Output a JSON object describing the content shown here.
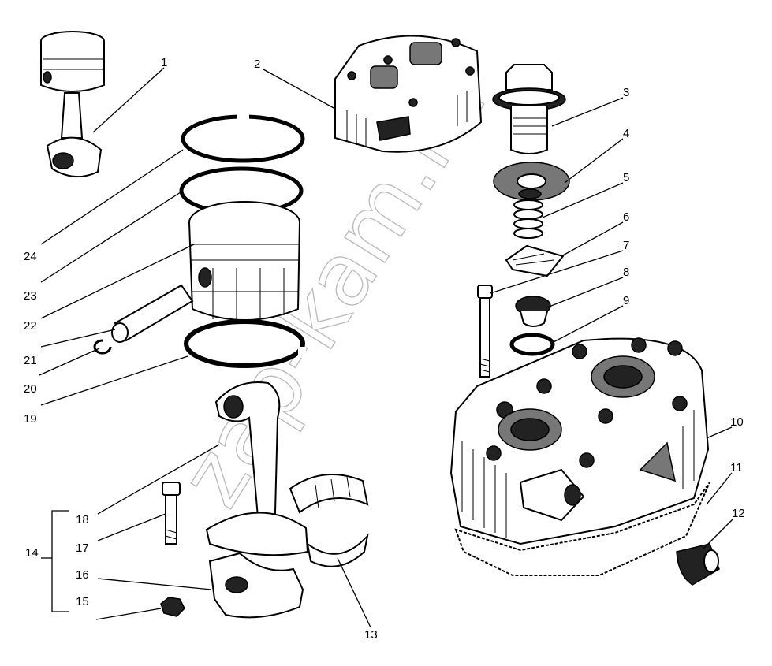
{
  "callouts": [
    {
      "id": "1",
      "text": "1"
    },
    {
      "id": "2",
      "text": "2"
    },
    {
      "id": "3",
      "text": "3"
    },
    {
      "id": "4",
      "text": "4"
    },
    {
      "id": "5",
      "text": "5"
    },
    {
      "id": "6",
      "text": "6"
    },
    {
      "id": "7",
      "text": "7"
    },
    {
      "id": "8",
      "text": "8"
    },
    {
      "id": "9",
      "text": "9"
    },
    {
      "id": "10",
      "text": "10"
    },
    {
      "id": "11",
      "text": "11"
    },
    {
      "id": "12",
      "text": "12"
    },
    {
      "id": "13",
      "text": "13"
    },
    {
      "id": "14",
      "text": "14"
    },
    {
      "id": "15",
      "text": "15"
    },
    {
      "id": "16",
      "text": "16"
    },
    {
      "id": "17",
      "text": "17"
    },
    {
      "id": "18",
      "text": "18"
    },
    {
      "id": "19",
      "text": "19"
    },
    {
      "id": "20",
      "text": "20"
    },
    {
      "id": "21",
      "text": "21"
    },
    {
      "id": "22",
      "text": "22"
    },
    {
      "id": "23",
      "text": "23"
    },
    {
      "id": "24",
      "text": "24"
    }
  ],
  "watermark": "zap-kam.ru"
}
